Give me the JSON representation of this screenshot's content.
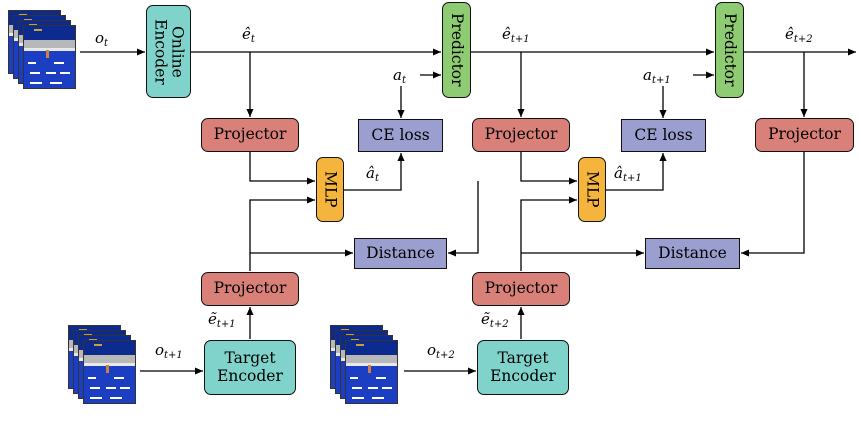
{
  "labels": {
    "o_t": {
      "base": "o",
      "sub": "t"
    },
    "o_t1": {
      "base": "o",
      "sub": "t+1"
    },
    "o_t2": {
      "base": "o",
      "sub": "t+2"
    },
    "e_t": {
      "base": "ê",
      "sub": "t"
    },
    "e_t1": {
      "base": "ê",
      "sub": "t+1"
    },
    "e_t2": {
      "base": "ê",
      "sub": "t+2"
    },
    "a_t": {
      "base": "a",
      "sub": "t"
    },
    "a_t1": {
      "base": "a",
      "sub": "t+1"
    },
    "ahat_t": {
      "base": "â",
      "sub": "t"
    },
    "ahat_t1": {
      "base": "â",
      "sub": "t+1"
    },
    "etil_t1": {
      "base": "ẽ",
      "sub": "t+1"
    },
    "etil_t2": {
      "base": "ẽ",
      "sub": "t+2"
    }
  },
  "boxes": {
    "online_encoder": "Online Encoder",
    "predictor": "Predictor",
    "projector": "Projector",
    "ce_loss": "CE loss",
    "mlp": "MLP",
    "distance": "Distance",
    "target_encoder": "Target Encoder"
  },
  "colors": {
    "encoder": "#80d3cb",
    "predictor": "#8fcb72",
    "projector": "#d98079",
    "loss": "#9a9fd0",
    "mlp": "#f5b43c",
    "line": "#000000"
  }
}
